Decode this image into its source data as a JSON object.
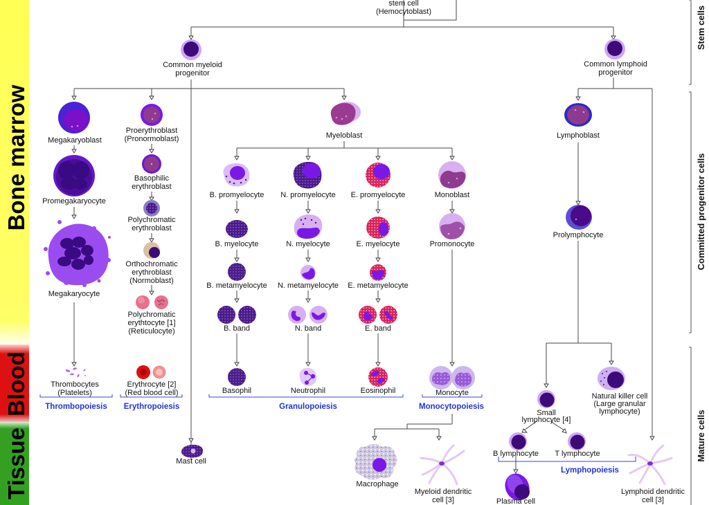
{
  "zones": [
    {
      "label": "Bone marrow",
      "color": "#ffff66"
    },
    {
      "label": "Blood",
      "color": "#dd1111"
    },
    {
      "label": "Tissue",
      "color": "#33a022"
    }
  ],
  "stages": [
    {
      "label": "Stem cells"
    },
    {
      "label": "Committed progenitor cells"
    },
    {
      "label": "Mature cells"
    }
  ],
  "cells": {
    "hsc": {
      "line1": "stem cell",
      "line2": "(Hemocytoblast)"
    },
    "cmp": {
      "line1": "Common myeloid",
      "line2": "progenitor"
    },
    "clp": {
      "line1": "Common lymphoid",
      "line2": "progenitor"
    },
    "megakaryoblast": {
      "line1": "Megakaryoblast"
    },
    "promegakaryocyte": {
      "line1": "Promegakaryocyte"
    },
    "megakaryocyte": {
      "line1": "Megakaryocyte"
    },
    "thrombocytes": {
      "line1": "Thrombocytes",
      "line2": "(Platelets)"
    },
    "proerythroblast": {
      "line1": "Proerythroblast",
      "line2": "(Pronormoblast)"
    },
    "basophilic_erythroblast": {
      "line1": "Basophilic",
      "line2": "erythroblast"
    },
    "polychromatic_erythroblast": {
      "line1": "Polychromatic",
      "line2": "erythroblast"
    },
    "orthochromatic_erythroblast": {
      "line1": "Orthochromatic",
      "line2": "erythroblast",
      "line3": "(Normoblast)"
    },
    "reticulocyte": {
      "line1": "Polychromatic",
      "line2": "erythtocyte [1]",
      "line3": "(Reticulocyte)"
    },
    "erythrocyte": {
      "line1": "Erythrocyte [2]",
      "line2": "(Red blood cell)"
    },
    "myeloblast": {
      "line1": "Myeloblast"
    },
    "b_promyelocyte": {
      "line1": "B. promyelocyte"
    },
    "n_promyelocyte": {
      "line1": "N. promyelocyte"
    },
    "e_promyelocyte": {
      "line1": "E. promyelocyte"
    },
    "monoblast": {
      "line1": "Monoblast"
    },
    "b_myelocyte": {
      "line1": "B. myelocyte"
    },
    "n_myelocyte": {
      "line1": "N. myelocyte"
    },
    "e_myelocyte": {
      "line1": "E. myelocyte"
    },
    "promonocyte": {
      "line1": "Promonocyte"
    },
    "b_metamyelocyte": {
      "line1": "B. metamyelocyte"
    },
    "n_metamyelocyte": {
      "line1": "N. metamyelocyte"
    },
    "e_metamyelocyte": {
      "line1": "E. metamyelocyte"
    },
    "b_band": {
      "line1": "B. band"
    },
    "n_band": {
      "line1": "N. band"
    },
    "e_band": {
      "line1": "E. band"
    },
    "basophil": {
      "line1": "Basophil"
    },
    "neutrophil": {
      "line1": "Neutrophil"
    },
    "eosinophil": {
      "line1": "Eosinophil"
    },
    "monocyte": {
      "line1": "Monocyte"
    },
    "mast_cell": {
      "line1": "Mast cell"
    },
    "macrophage": {
      "line1": "Macrophage"
    },
    "myeloid_dc": {
      "line1": "Myeloid dendritic",
      "line2": "cell [3]"
    },
    "lymphoblast": {
      "line1": "Lymphoblast"
    },
    "prolymphocyte": {
      "line1": "Prolymphocyte"
    },
    "small_lymphocyte": {
      "line1": "Small",
      "line2": "lymphocyte [4]"
    },
    "nk_cell": {
      "line1": "Natural killer cell",
      "line2": "(Large granular",
      "line3": "lymphocyte)"
    },
    "b_lymphocyte": {
      "line1": "B lymphocyte"
    },
    "t_lymphocyte": {
      "line1": "T lymphocyte"
    },
    "plasma_cell": {
      "line1": "Plasma cell"
    },
    "lymphoid_dc": {
      "line1": "Lymphoid dendritic",
      "line2": "cell [3]"
    }
  },
  "processes": {
    "thrombopoiesis": "Thrombopoiesis",
    "erythropoiesis": "Erythropoiesis",
    "granulopoiesis": "Granulopoiesis",
    "monocytopoiesis": "Monocytopoiesis",
    "lymphopoiesis": "Lymphopoiesis"
  },
  "colors": {
    "process_label": "#2233dd",
    "connector": "#444444",
    "cell_light": "#c9a0f0",
    "cell_nucleus": "#3d0a7a",
    "cell_violet": "#7a18d8",
    "cell_magenta": "#8e3a8e",
    "cell_blue_rim": "#2a2ac8",
    "eosin_red": "#e0305a",
    "rbc_red": "#dd1111"
  }
}
